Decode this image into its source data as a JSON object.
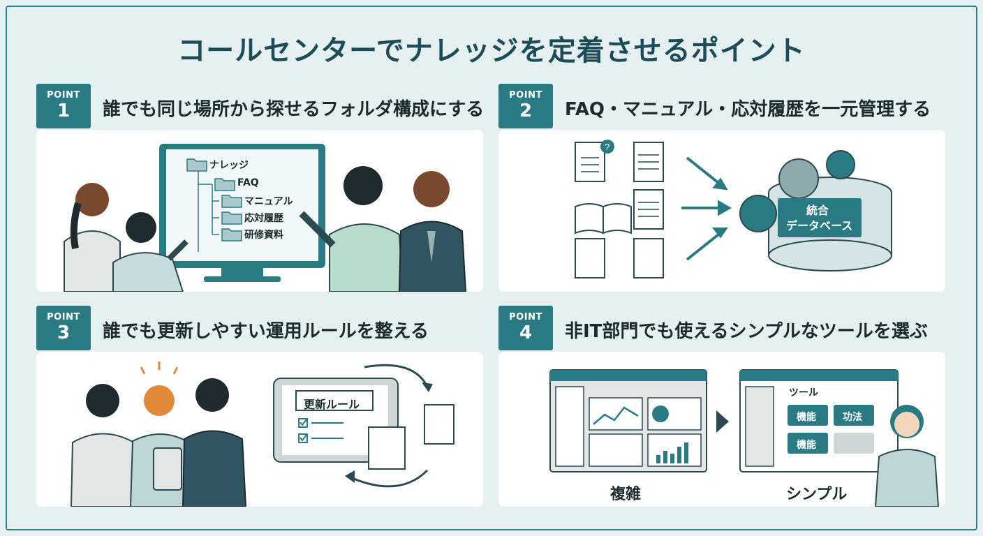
{
  "title": "コールセンターでナレッジを定着させるポイント",
  "badge_label": "POINT",
  "points": [
    {
      "number": "1",
      "title": "誰でも同じ場所から探せるフォルダ構成にする",
      "folders": [
        "ナレッジ",
        "FAQ",
        "マニュアル",
        "応対履歴",
        "研修資料"
      ]
    },
    {
      "number": "2",
      "title": "FAQ・マニュアル・応対履歴を一元管理する",
      "database_label_1": "統合",
      "database_label_2": "データベース"
    },
    {
      "number": "3",
      "title": "誰でも更新しやすい運用ルールを整える",
      "rule_title": "更新ルール"
    },
    {
      "number": "4",
      "title": "非IT部門でも使えるシンプルなツールを選ぶ",
      "complex_label": "複雑",
      "simple_label": "シンプル",
      "tool_title": "ツール",
      "tool_buttons": [
        "機能",
        "功法",
        "機能"
      ]
    }
  ],
  "colors": {
    "teal": "#2a7a84",
    "teal_dark": "#1c4d57",
    "bg": "#e6f0f0",
    "accent": "#e08a3a"
  }
}
